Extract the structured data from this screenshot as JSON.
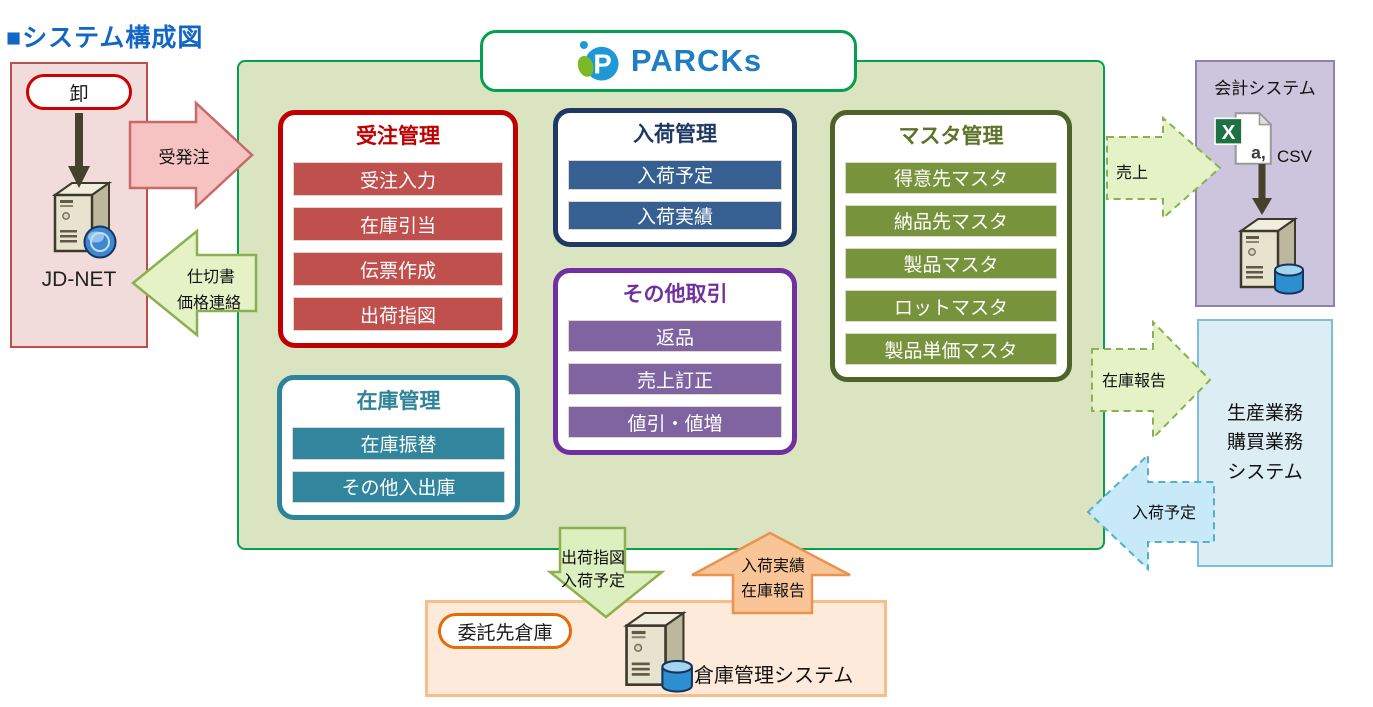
{
  "page": {
    "title": "■システム構成図"
  },
  "jdnet": {
    "partner": "卸",
    "label": "JD-NET"
  },
  "parcks": {
    "brand": "PARCKs"
  },
  "modules": {
    "order": {
      "title": "受注管理",
      "items": [
        "受注入力",
        "在庫引当",
        "伝票作成",
        "出荷指図"
      ]
    },
    "arrival": {
      "title": "入荷管理",
      "items": [
        "入荷予定",
        "入荷実績"
      ]
    },
    "other": {
      "title": "その他取引",
      "items": [
        "返品",
        "売上訂正",
        "値引・値増"
      ]
    },
    "master": {
      "title": "マスタ管理",
      "items": [
        "得意先マスタ",
        "納品先マスタ",
        "製品マスタ",
        "ロットマスタ",
        "製品単価マスタ"
      ]
    },
    "stock": {
      "title": "在庫管理",
      "items": [
        "在庫振替",
        "その他入出庫"
      ]
    }
  },
  "accounting": {
    "title": "会計システム",
    "csv_label": "CSV"
  },
  "production": {
    "line1": "生産業務",
    "line2": "購買業務",
    "line3": "システム"
  },
  "warehouse": {
    "partner": "委託先倉庫",
    "label": "倉庫管理システム"
  },
  "arrows": {
    "order_flow": "受発注",
    "invoice_line1": "仕切書",
    "invoice_line2": "価格連絡",
    "sales": "売上",
    "stock_report": "在庫報告",
    "arrival_plan": "入荷予定",
    "to_warehouse_line1": "出荷指図",
    "to_warehouse_line2": "入荷予定",
    "from_warehouse_line1": "入荷実績",
    "from_warehouse_line2": "在庫報告"
  },
  "colors": {
    "title_blue": "#1266c4",
    "parcks_green": "#05a04e",
    "parcks_brand_blue": "#1f7dc2",
    "order_accent": "#c00000",
    "order_bar": "#c0504d",
    "arrival_accent": "#1f3864",
    "arrival_bar": "#376092",
    "master_accent": "#4f6228",
    "master_bar": "#77933c",
    "other_accent": "#7030a0",
    "other_bar": "#8064a2",
    "stock_accent": "#2e8299",
    "stock_bar": "#31859c",
    "warehouse_orange": "#e36c0a"
  }
}
